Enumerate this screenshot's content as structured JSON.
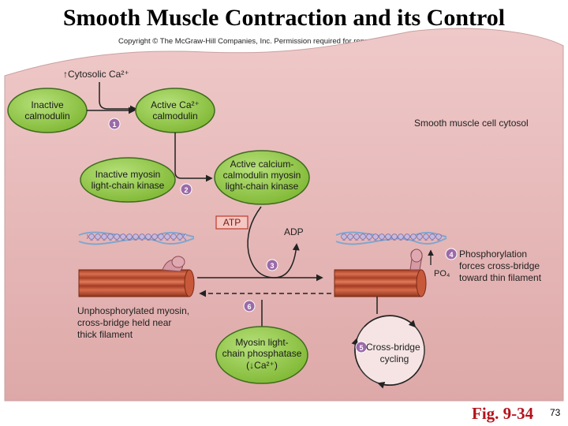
{
  "title": "Smooth Muscle Contraction and its Control",
  "copyright": "Copyright © The McGraw-Hill Companies, Inc. Permission required for reproduction or display.",
  "figure_label": "Fig. 9-34",
  "page_number": "73",
  "colors": {
    "cytosol": "#e4b5b5",
    "node_fill": "#8cc63f",
    "node_edge": "#3e6b1e",
    "step_fill": "#9b6aa8",
    "atp_fill": "#f4c7c3",
    "atp_edge": "#c0392b",
    "muscle": "#c8563a",
    "title_red": "#b5121b"
  },
  "labels": {
    "cytosolic_ca": "↑Cytosolic Ca²⁺",
    "cytosol": "Smooth muscle cell cytosol",
    "atp": "ATP",
    "adp": "ADP",
    "po4": "PO₄"
  },
  "nodes": {
    "inactive_calmodulin": [
      "Inactive",
      "calmodulin"
    ],
    "active_calmodulin": [
      "Active Ca²⁺",
      "calmodulin"
    ],
    "inactive_mlck": [
      "Inactive myosin",
      "light-chain kinase"
    ],
    "active_mlck": [
      "Active calcium-",
      "calmodulin myosin",
      "light-chain kinase"
    ],
    "phosphatase": [
      "Myosin light-",
      "chain phosphatase",
      "(↓Ca²⁺)"
    ]
  },
  "texts": {
    "unphosphorylated": [
      "Unphosphorylated myosin,",
      "cross-bridge held near",
      "thick filament"
    ],
    "phosphorylation": [
      "Phosphorylation",
      "forces cross-bridge",
      "toward thin filament"
    ],
    "cycling": [
      "Cross-bridge",
      "cycling"
    ]
  },
  "steps": [
    "1",
    "2",
    "3",
    "4",
    "5",
    "6"
  ]
}
